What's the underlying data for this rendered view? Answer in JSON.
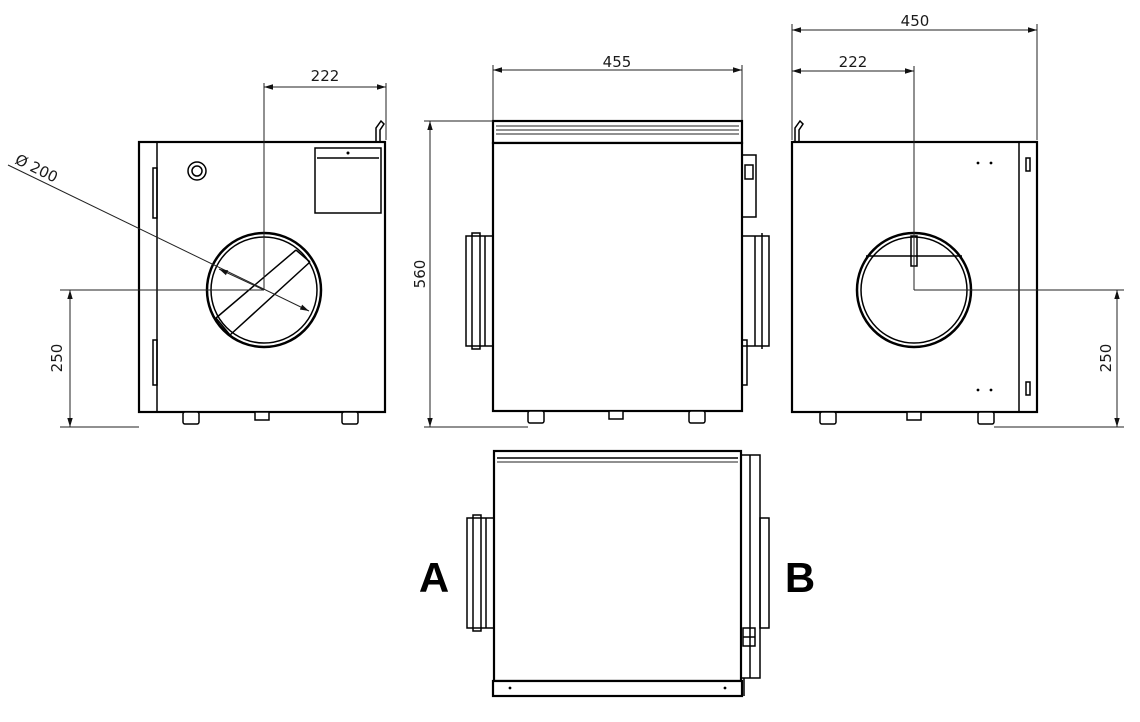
{
  "dimensions": {
    "left_view_width": "222",
    "left_view_diameter": "Ø 200",
    "left_view_height": "250",
    "front_view_width": "455",
    "front_view_height": "560",
    "right_view_total_width": "450",
    "right_view_offset": "222",
    "right_view_height": "250"
  },
  "labels": {
    "side_a": "A",
    "side_b": "B"
  }
}
